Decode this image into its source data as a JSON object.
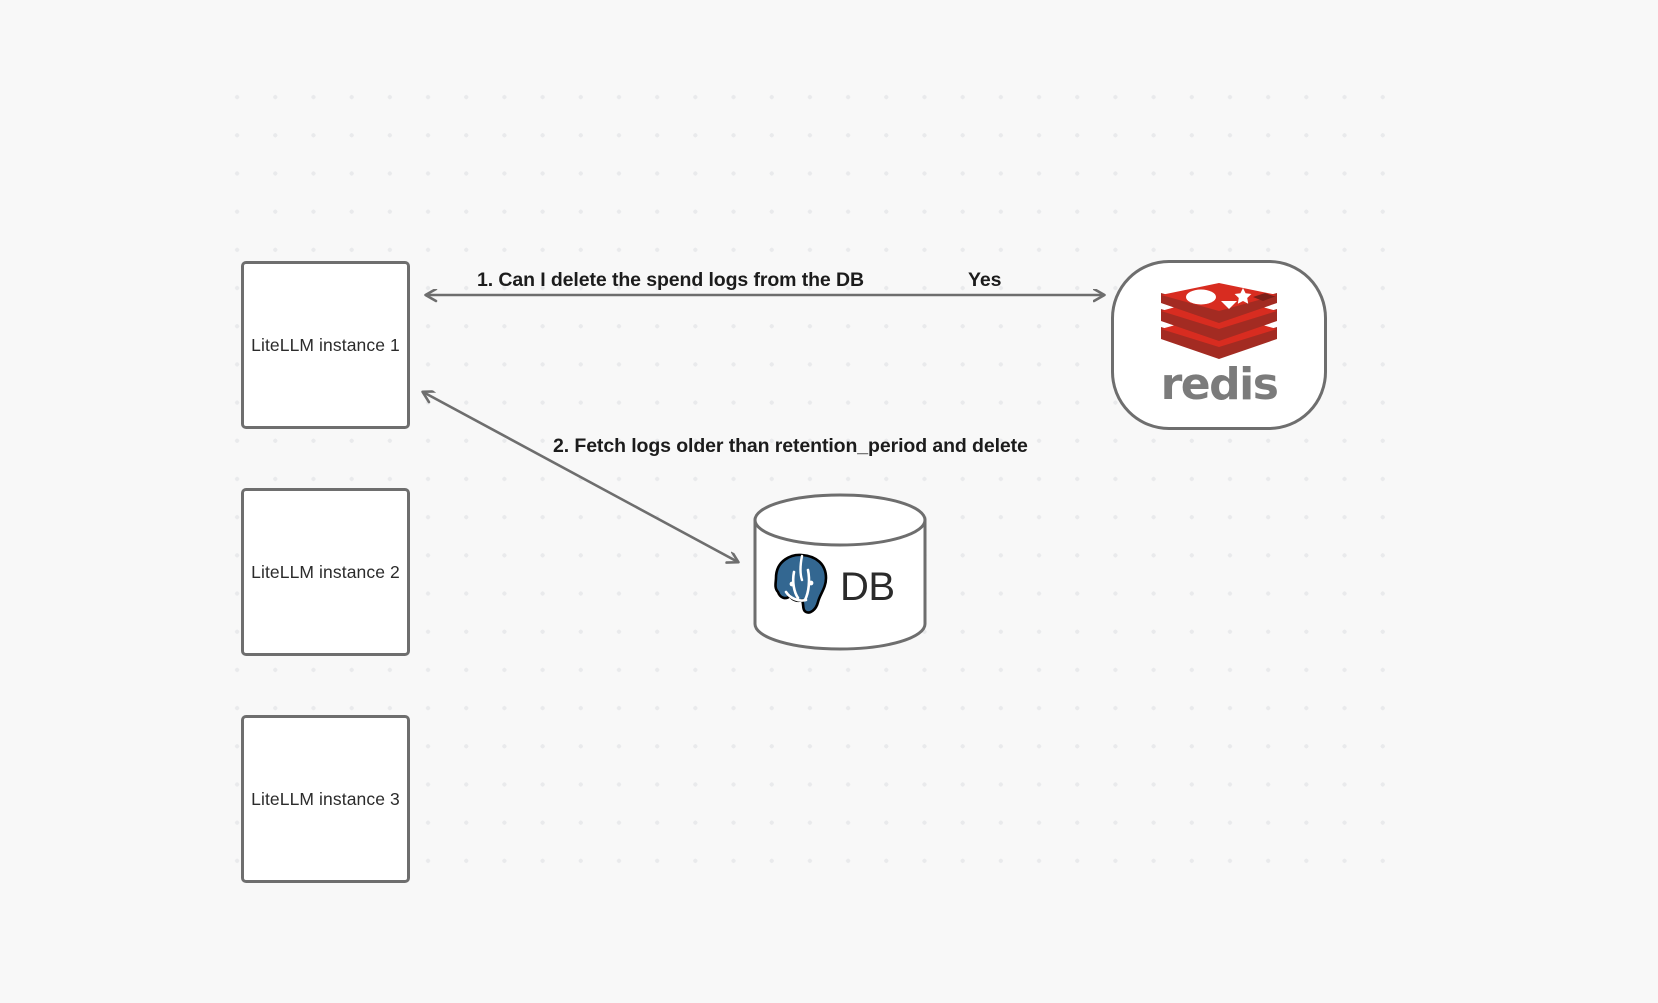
{
  "diagram": {
    "background_color": "#f8f8f8",
    "grid": {
      "dot_color": "#e9eaec",
      "spacing": 38
    },
    "stroke_color": "#6e6e6e",
    "nodes": [
      {
        "id": "litellm-1",
        "label": "LiteLLM instance 1",
        "shape": "rectangle"
      },
      {
        "id": "litellm-2",
        "label": "LiteLLM instance 2",
        "shape": "rectangle"
      },
      {
        "id": "litellm-3",
        "label": "LiteLLM instance 3",
        "shape": "rectangle"
      },
      {
        "id": "redis",
        "label": "redis",
        "shape": "rounded-rectangle",
        "logo": "redis-logo",
        "brand_color": "#d82c20"
      },
      {
        "id": "database",
        "label": "DB",
        "shape": "cylinder",
        "logo": "postgresql-elephant-icon",
        "brand_color": "#336791"
      }
    ],
    "edges": [
      {
        "id": "edge-1",
        "label": "1.  Can I delete the spend logs from the DB",
        "from": "litellm-1",
        "to": "redis"
      },
      {
        "id": "edge-1-response",
        "label": "Yes",
        "from": "redis",
        "to": "litellm-1"
      },
      {
        "id": "edge-2",
        "label": "2.  Fetch logs older than retention_period and delete",
        "from": "litellm-1",
        "to": "database"
      }
    ]
  }
}
